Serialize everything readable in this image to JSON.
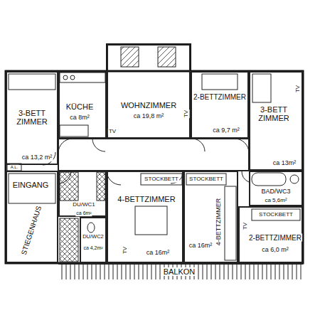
{
  "diagram": {
    "nodes": [
      {
        "text": [
          "3-BETT ZIMMER",
          "ca 13,2 m²"
        ]
      },
      {
        "text": [
          "KÜCHE",
          "ca 8m²"
        ]
      },
      {
        "text": [
          "WOHNZIMMER",
          "ca 19,8 m²"
        ]
      },
      {
        "text": [
          "2-BETTZIMMER",
          "ca 9,7 m²"
        ]
      },
      {
        "text": [
          "3-BETT ZIMMER",
          "ca 13m²"
        ]
      },
      {
        "text": [
          "EINGANG",
          "STIEGENHAUS"
        ]
      },
      {
        "text": [
          "DU/WC1",
          "ca 6m²"
        ]
      },
      {
        "text": [
          "DU/WC2",
          "ca 4,2m²"
        ]
      },
      {
        "text": [
          "4-BETTZIMMER",
          "ca 16m²"
        ]
      },
      {
        "text": [
          "4-BETTZIMMER",
          "ca 16m²"
        ]
      },
      {
        "text": [
          "BAD/WC3",
          "ca 5,6m²"
        ]
      },
      {
        "text": [
          "2-BETTZIMMER",
          "ca 6,0 m²"
        ]
      },
      {
        "text": [
          "BALKON"
        ]
      }
    ],
    "labels": [
      "TV",
      "TV",
      "TV",
      "TV",
      "TV",
      "STOCKBETT",
      "STOCKBETT",
      "STOCKBETT",
      "A.L."
    ]
  }
}
